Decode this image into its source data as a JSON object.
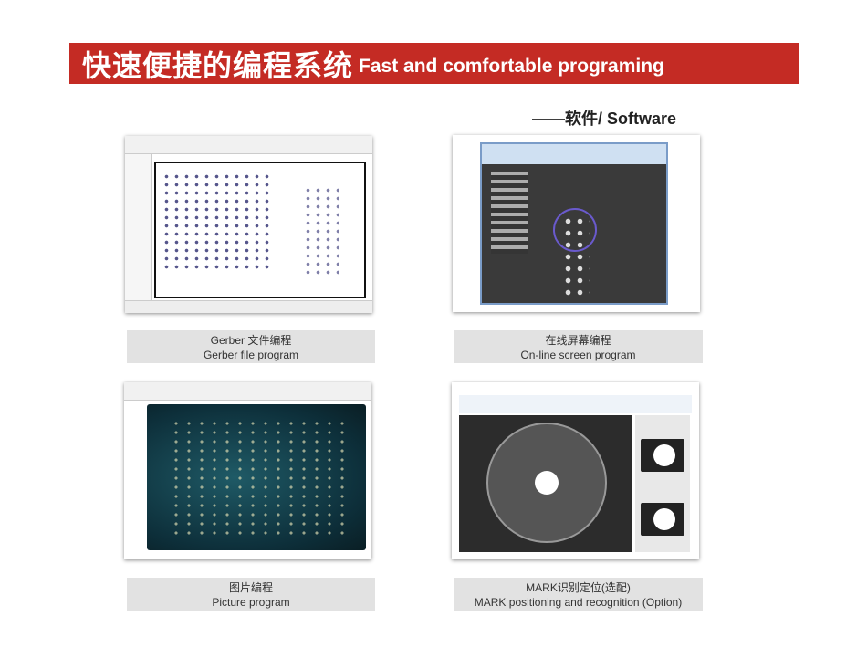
{
  "header": {
    "title_cn": "快速便捷的编程系统",
    "title_en": "Fast and comfortable programing"
  },
  "subtitle": "——软件/ Software",
  "panels": [
    {
      "caption_cn": "Gerber 文件编程",
      "caption_en": "Gerber file program"
    },
    {
      "caption_cn": "在线屏幕编程",
      "caption_en": "On-line screen program"
    },
    {
      "caption_cn": "图片编程",
      "caption_en": "Picture program"
    },
    {
      "caption_cn": "MARK识别定位(选配)",
      "caption_en": "MARK positioning and recognition (Option)"
    }
  ],
  "colors": {
    "banner": "#c42b24",
    "caption_bg": "#e2e2e2"
  }
}
